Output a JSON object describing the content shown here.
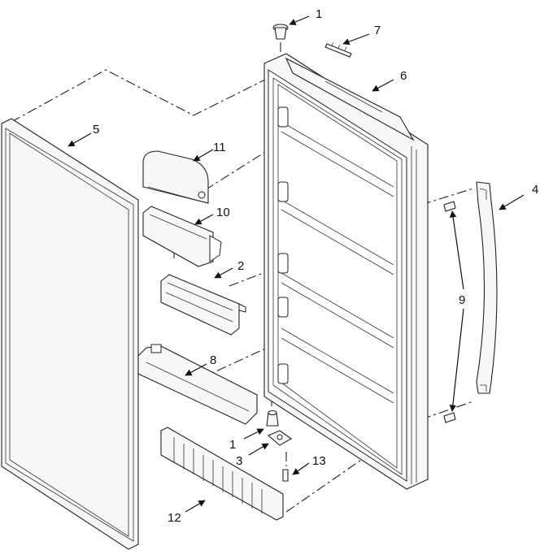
{
  "callouts": [
    {
      "id": "c1a",
      "label": "1"
    },
    {
      "id": "c7",
      "label": "7"
    },
    {
      "id": "c6",
      "label": "6"
    },
    {
      "id": "c5",
      "label": "5"
    },
    {
      "id": "c11",
      "label": "11"
    },
    {
      "id": "c4",
      "label": "4"
    },
    {
      "id": "c10",
      "label": "10"
    },
    {
      "id": "c2",
      "label": "2"
    },
    {
      "id": "c9",
      "label": "9"
    },
    {
      "id": "c8",
      "label": "8"
    },
    {
      "id": "c1b",
      "label": "1"
    },
    {
      "id": "c3",
      "label": "3"
    },
    {
      "id": "c13",
      "label": "13"
    },
    {
      "id": "c12",
      "label": "12"
    }
  ]
}
